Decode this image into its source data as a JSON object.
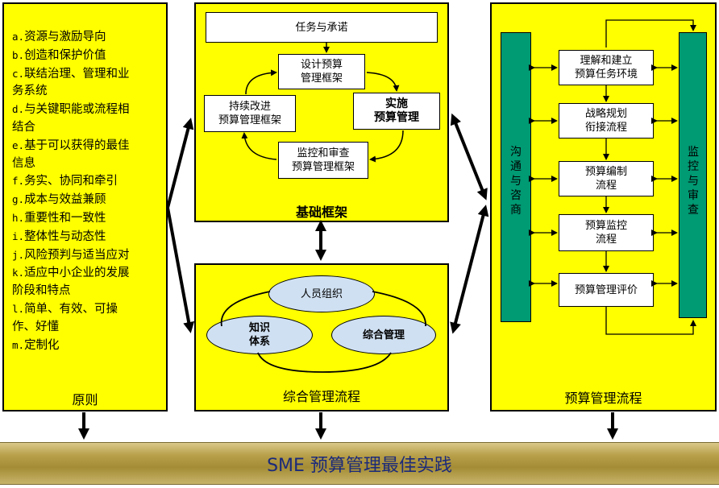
{
  "principles": {
    "title": "原则",
    "items": [
      {
        "letter": "a.",
        "text": "资源与激励导向"
      },
      {
        "letter": "b.",
        "text": "创造和保护价值"
      },
      {
        "letter": "c.",
        "text": "联结治理、管理和业\n务系统"
      },
      {
        "letter": "d.",
        "text": "与关键职能或流程相\n结合"
      },
      {
        "letter": "e.",
        "text": "基于可以获得的最佳\n信息"
      },
      {
        "letter": "f.",
        "text": "务实、协同和牵引"
      },
      {
        "letter": "g.",
        "text": "成本与效益兼顾"
      },
      {
        "letter": "h.",
        "text": "重要性和一致性"
      },
      {
        "letter": "i.",
        "text": "整体性与动态性"
      },
      {
        "letter": "j.",
        "text": "风险预判与适当应对"
      },
      {
        "letter": "k.",
        "text": "适应中小企业的发展\n阶段和特点"
      },
      {
        "letter": "l.",
        "text": "简单、有效、可操\n作、好懂"
      },
      {
        "letter": "m.",
        "text": "定制化"
      }
    ]
  },
  "framework": {
    "title": "基础框架",
    "mandate": "任务与承诺",
    "design": "设计预算\n管理框架",
    "implement": "实施\n预算管理",
    "monitor": "监控和审查\n预算管理框架",
    "improve": "持续改进\n预算管理框架"
  },
  "integrated": {
    "title": "综合管理流程",
    "people": "人员组织",
    "knowledge": "知识\n体系",
    "management": "综合管理"
  },
  "budget": {
    "title": "预算管理流程",
    "left_bar": "沟\n通\n与\n咨\n商",
    "right_bar": "监\n控\n与\n审\n查",
    "steps": [
      "理解和建立\n预算任务环境",
      "战略规划\n衔接流程",
      "预算编制\n流程",
      "预算监控\n流程",
      "预算管理评价"
    ]
  },
  "bottom": {
    "label": "SME 预算管理最佳实践"
  }
}
